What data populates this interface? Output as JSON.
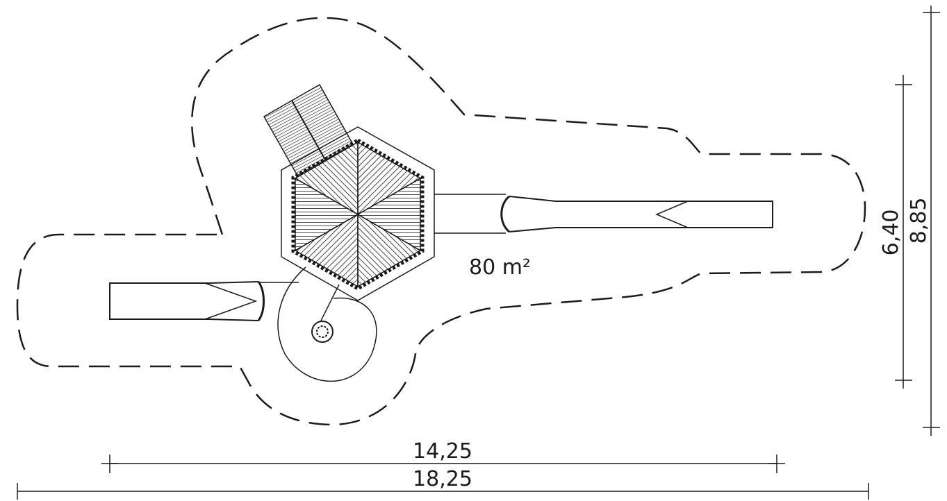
{
  "plan": {
    "area_label": "80 m²",
    "dimensions": {
      "inner_width": "14,25",
      "outer_width": "18,25",
      "inner_height": "6,40",
      "outer_height": "8,85"
    }
  },
  "colors": {
    "ink": "#1a1a1a",
    "background": "#ffffff"
  }
}
